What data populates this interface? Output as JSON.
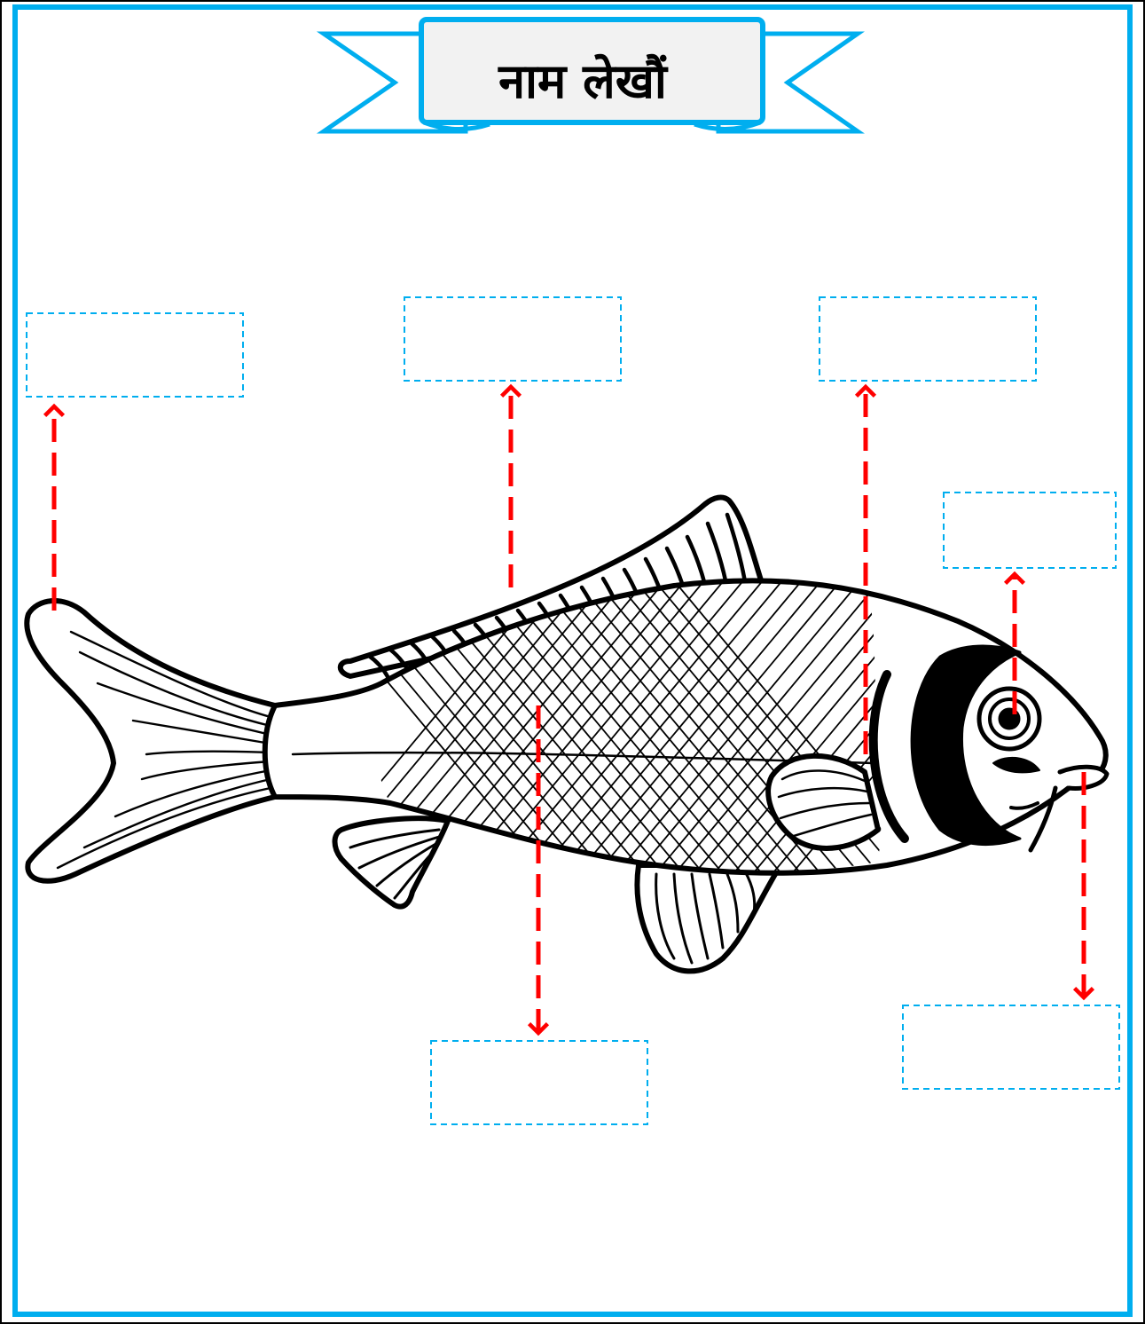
{
  "worksheet": {
    "title": "नाम लेखौं",
    "colors": {
      "frame": "#00aeef",
      "banner_fill": "#f2f2f2",
      "label_box_border": "#00aeef",
      "pointer_arrow": "#ff0000",
      "fish_outline": "#000000"
    },
    "label_boxes": [
      {
        "id": "tail-fin",
        "value": ""
      },
      {
        "id": "dorsal-fin",
        "value": ""
      },
      {
        "id": "gill",
        "value": ""
      },
      {
        "id": "eye",
        "value": ""
      },
      {
        "id": "scales",
        "value": ""
      },
      {
        "id": "mouth",
        "value": ""
      }
    ]
  }
}
